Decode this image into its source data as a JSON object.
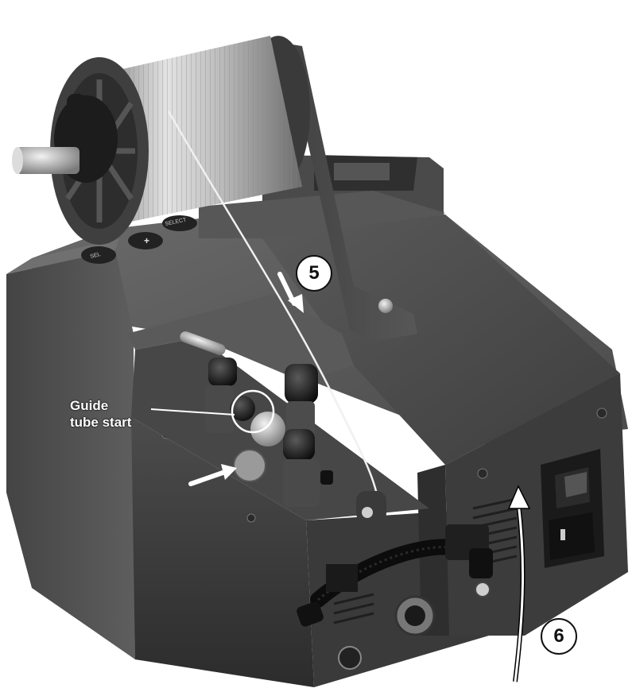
{
  "callouts": {
    "guide_tube_line1": "Guide",
    "guide_tube_line2": "tube start",
    "step_five": "5",
    "step_six": "6"
  },
  "device_labels": {
    "button_left": "SEL",
    "button_middle": "+",
    "button_right": "SELECT"
  },
  "colors": {
    "housing_dark": "#3a3a3a",
    "housing_mid": "#525252",
    "housing_light": "#6a6a6a",
    "spool_wire": "#bdbdbd",
    "highlight": "#ffffff"
  }
}
